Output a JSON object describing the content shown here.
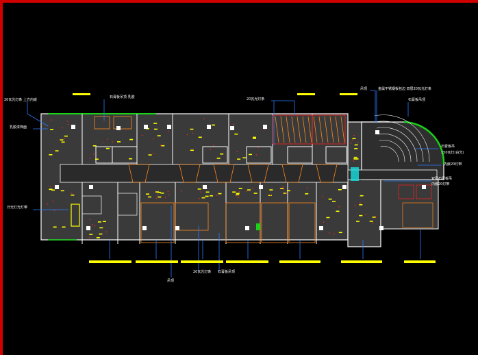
{
  "labels": {
    "top_left_strip": "20瓦光灯条 上方内嵌",
    "top_ceiling_a": "石膏板吊顶 乳胶",
    "top_mid_strip": "20瓦光灯条",
    "top_right_a": "吊顶",
    "top_right_b": "金属不锈钢板包边 双层20瓦光灯条",
    "top_right_c": "石膏板吊顶",
    "left_upper": "乳胶漆饰面",
    "left_lower": "日光灯光灯带",
    "right_1": "石膏板吊",
    "right_2": "150瓦灯(白光)",
    "right_3": "内嵌20灯带",
    "right_4": "双层石膏板吊",
    "right_5": "内嵌20灯带",
    "bottom_1": "吊顶",
    "bottom_2": "20瓦光灯条",
    "bottom_3": "石膏板吊顶"
  },
  "colors": {
    "background": "#000000",
    "border": "#d00000",
    "walls": "#ffffff",
    "floor": "#3a3a3a",
    "leader": "#2c7bff",
    "highlight": "#ffff00",
    "accent_orange": "#ff8a1e",
    "accent_red": "#ff2020",
    "accent_green": "#19d219",
    "accent_cyan": "#18e0e0"
  }
}
